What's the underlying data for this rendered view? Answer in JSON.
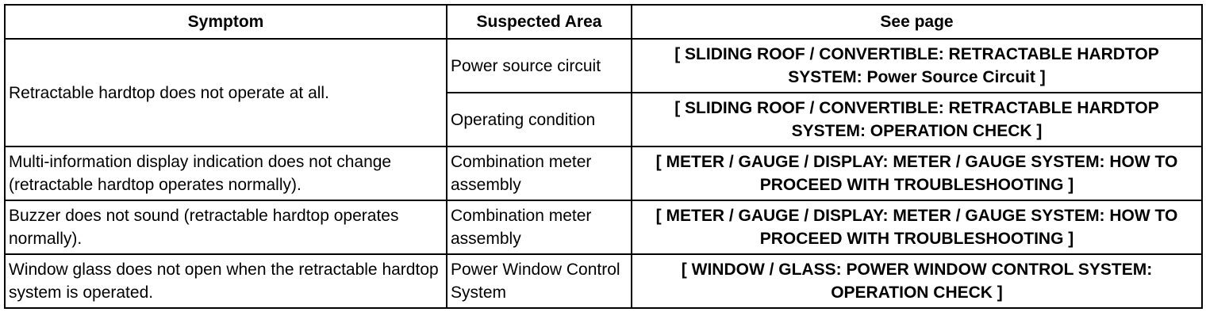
{
  "table": {
    "headers": [
      "Symptom",
      "Suspected Area",
      "See page"
    ],
    "rows": [
      {
        "symptom": "Retractable hardtop does not operate at all.",
        "area": "Power source circuit",
        "see_page": "[ SLIDING ROOF / CONVERTIBLE: RETRACTABLE HARDTOP SYSTEM: Power Source Circuit ]"
      },
      {
        "area": "Operating condition",
        "see_page": "[ SLIDING ROOF / CONVERTIBLE: RETRACTABLE HARDTOP SYSTEM: OPERATION CHECK ]"
      },
      {
        "symptom": "Multi-information display indication does not change (retractable hardtop operates normally).",
        "area": "Combination meter assembly",
        "see_page": "[ METER / GAUGE / DISPLAY: METER / GAUGE SYSTEM: HOW TO PROCEED WITH TROUBLESHOOTING ]"
      },
      {
        "symptom": "Buzzer does not sound (retractable hardtop operates normally).",
        "area": "Combination meter assembly",
        "see_page": "[ METER / GAUGE / DISPLAY: METER / GAUGE SYSTEM: HOW TO PROCEED WITH TROUBLESHOOTING ]"
      },
      {
        "symptom": "Window glass does not open when the retractable hardtop system is operated.",
        "area": "Power Window Control System",
        "see_page": "[ WINDOW / GLASS: POWER WINDOW CONTROL SYSTEM: OPERATION CHECK ]"
      }
    ]
  }
}
